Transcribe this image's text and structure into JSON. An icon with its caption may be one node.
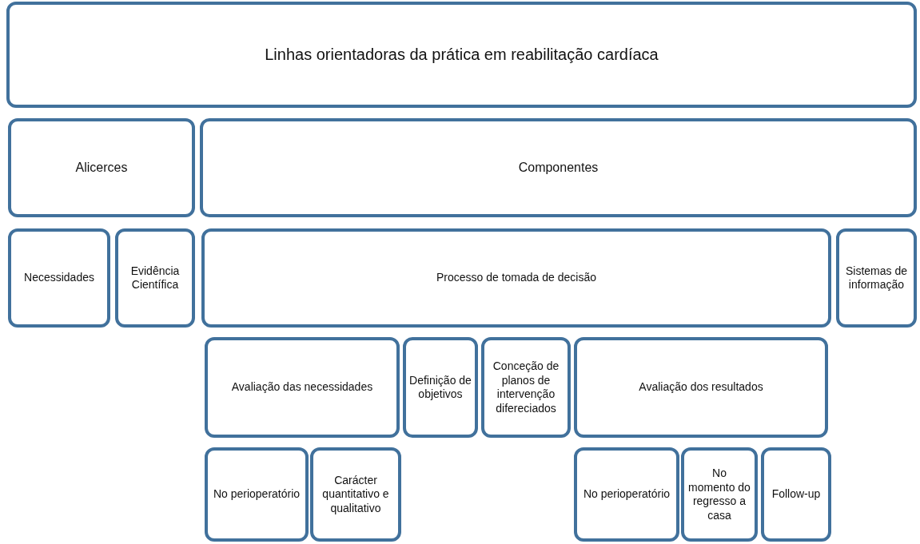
{
  "diagram": {
    "nodes": [
      {
        "text": [
          "Linhas orientadoras da prática em reabilitação cardíaca"
        ]
      },
      {
        "text": [
          "Alicerces"
        ]
      },
      {
        "text": [
          "Componentes"
        ]
      },
      {
        "text": [
          "Necessidades"
        ]
      },
      {
        "text": [
          "Evidência Científica"
        ]
      },
      {
        "text": [
          "Processo de tomada de decisão"
        ]
      },
      {
        "text": [
          "Sistemas de informação"
        ]
      },
      {
        "text": [
          "Avaliação das necessidades"
        ]
      },
      {
        "text": [
          "Definição de objetivos"
        ]
      },
      {
        "text": [
          "Conceção de planos de intervenção difereciados"
        ]
      },
      {
        "text": [
          "Avaliação dos resultados"
        ]
      },
      {
        "text": [
          "No perioperatório"
        ]
      },
      {
        "text": [
          "Carácter quantitativo e qualitativo"
        ]
      },
      {
        "text": [
          "No perioperatório"
        ]
      },
      {
        "text": [
          "No momento do regresso a casa"
        ]
      },
      {
        "text": [
          "Follow-up"
        ]
      }
    ]
  }
}
